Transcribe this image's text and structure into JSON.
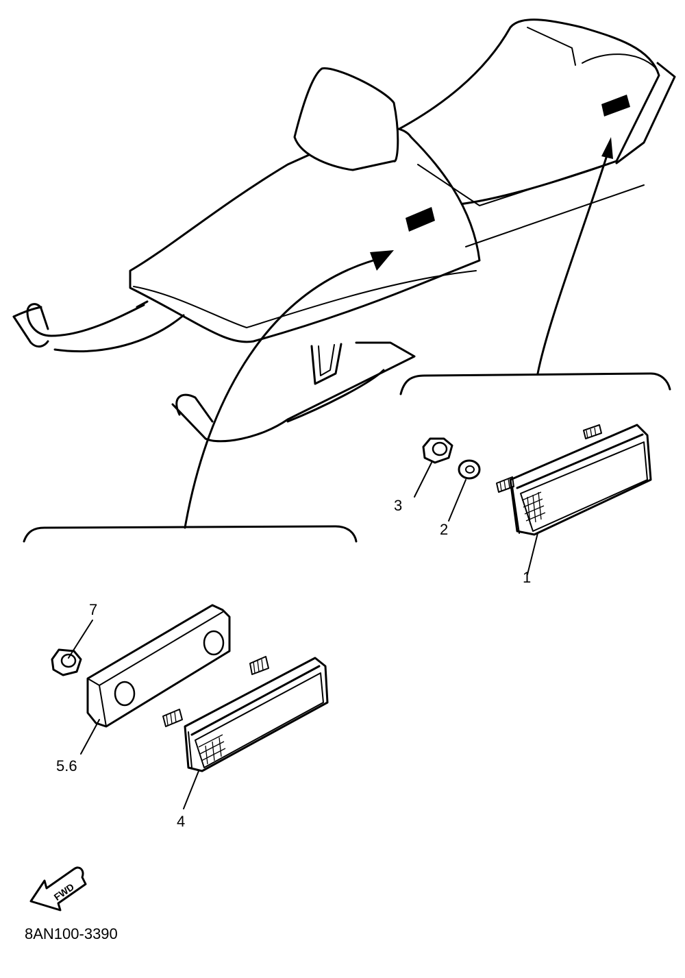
{
  "diagram": {
    "callouts": {
      "p1": "1",
      "p2": "2",
      "p3": "3",
      "p4": "4",
      "p56": "5.6",
      "p7": "7"
    },
    "direction_badge": "FWD",
    "drawing_code": "8AN100-3390"
  }
}
